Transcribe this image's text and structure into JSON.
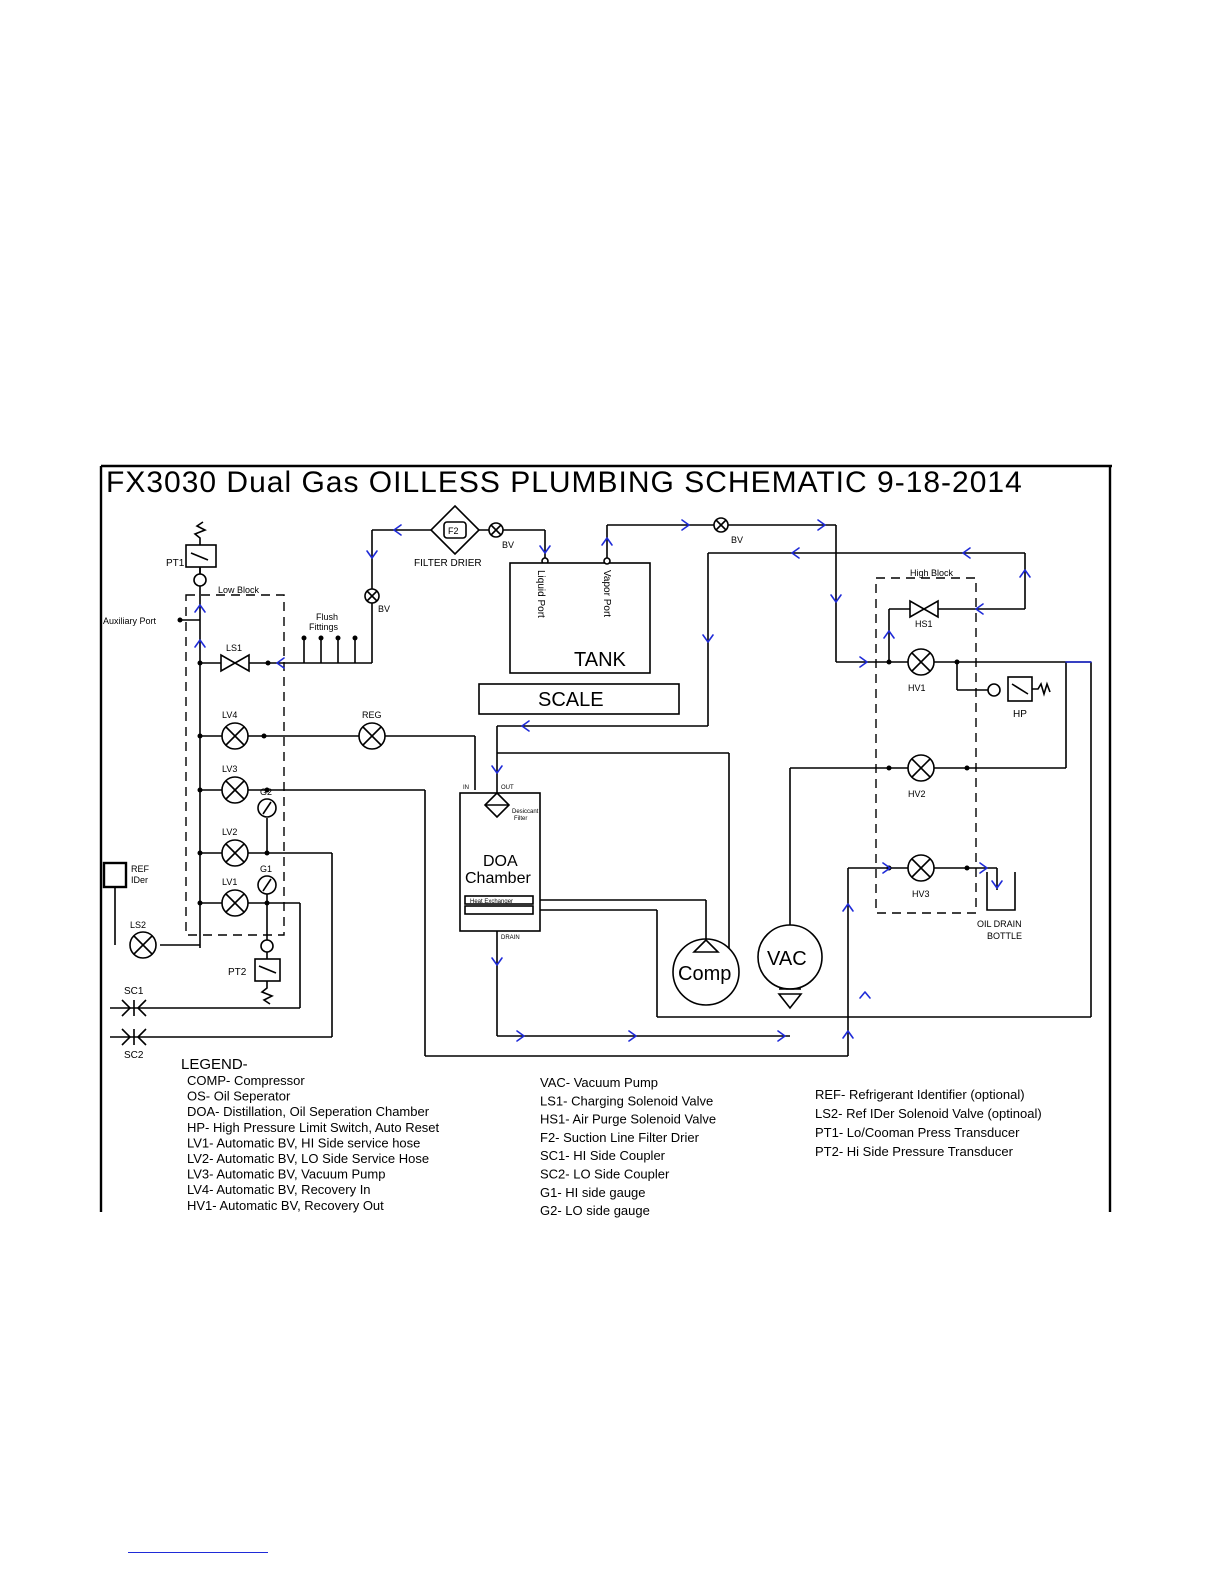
{
  "title": "FX3030 Dual Gas OILLESS PLUMBING SCHEMATIC 9-18-2014",
  "labels": {
    "pt1": "PT1",
    "pt2": "PT2",
    "low_block": "Low Block",
    "high_block": "High Block",
    "aux_port": "Auxiliary Port",
    "flush_1": "Flush",
    "flush_2": "Fittings",
    "bv": "BV",
    "filter_drier": "FILTER DRIER",
    "f2": "F2",
    "liquid_port": "Liquid Port",
    "vapor_port": "Vapor Port",
    "tank": "TANK",
    "scale": "SCALE",
    "ls1": "LS1",
    "ls2": "LS2",
    "lv1": "LV1",
    "lv2": "LV2",
    "lv3": "LV3",
    "lv4": "LV4",
    "g1": "G1",
    "g2": "G2",
    "reg": "REG",
    "ref_1": "REF",
    "ref_2": "IDer",
    "sc1": "SC1",
    "sc2": "SC2",
    "in": "IN",
    "out": "OUT",
    "drain": "DRAIN",
    "desiccant_1": "Desiccant",
    "desiccant_2": "Filter",
    "doa_1": "DOA",
    "doa_2": "Chamber",
    "heat_exchanger": "Heat Exchanger",
    "comp": "Comp",
    "vac": "VAC",
    "hs1": "HS1",
    "hv1": "HV1",
    "hv2": "HV2",
    "hv3": "HV3",
    "hp": "HP",
    "oil_drain_1": "OIL DRAIN",
    "oil_drain_2": "BOTTLE"
  },
  "legend": {
    "heading": "LEGEND-",
    "col1": [
      "COMP- Compressor",
      "OS- Oil Seperator",
      "DOA- Distillation, Oil Seperation Chamber",
      "HP- High Pressure Limit Switch, Auto Reset",
      "LV1- Automatic BV, HI Side service hose",
      "LV2- Automatic BV, LO Side Service Hose",
      "LV3- Automatic BV, Vacuum Pump",
      "LV4- Automatic BV, Recovery In",
      "HV1- Automatic BV, Recovery Out"
    ],
    "col2": [
      "VAC- Vacuum Pump",
      "LS1- Charging Solenoid Valve",
      "HS1- Air Purge Solenoid Valve",
      "F2- Suction Line Filter Drier",
      "SC1- HI Side Coupler",
      "SC2- LO Side Coupler",
      "G1- HI side gauge",
      "G2- LO side gauge"
    ],
    "col3": [
      "REF- Refrigerant Identifier (optional)",
      "LS2- Ref IDer Solenoid Valve (optinoal)",
      "PT1- Lo/Cooman Press Transducer",
      "PT2- Hi Side Pressure Transducer"
    ]
  },
  "colors": {
    "flow_arrow": "#1f2bd8",
    "line": "#000000"
  }
}
